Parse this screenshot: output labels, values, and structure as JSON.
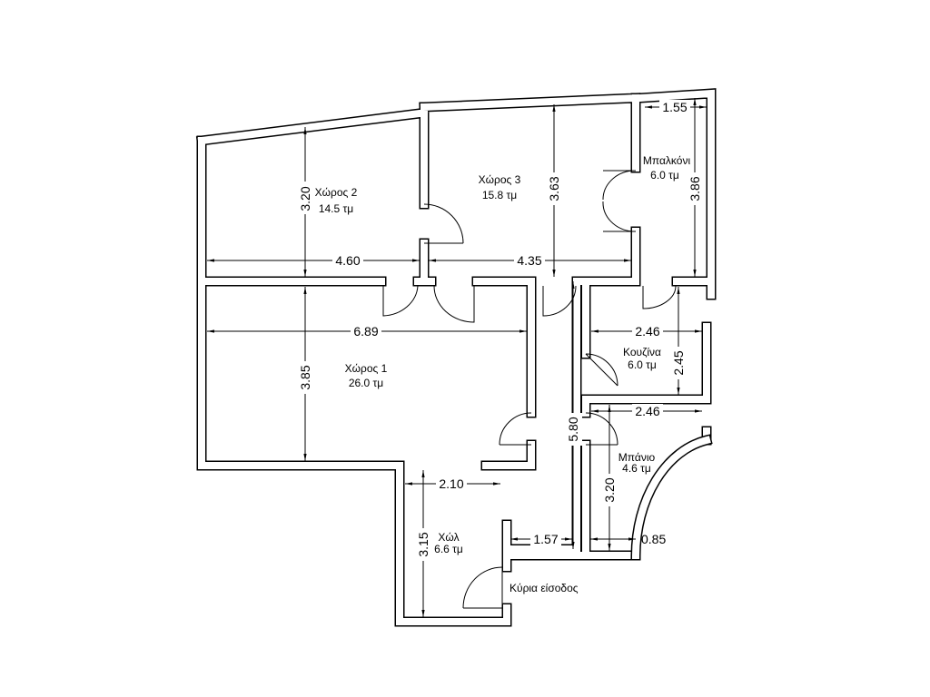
{
  "rooms": {
    "room2": {
      "name": "Χώρος 2",
      "area": "14.5 τμ"
    },
    "room3": {
      "name": "Χώρος 3",
      "area": "15.8 τμ"
    },
    "balcony": {
      "name": "Μπαλκόνι",
      "area": "6.0 τμ"
    },
    "room1": {
      "name": "Χώρος 1",
      "area": "26.0 τμ"
    },
    "kitchen": {
      "name": "Κουζίνα",
      "area": "6.0 τμ"
    },
    "bath": {
      "name": "Μπάνιο",
      "area": "4.6 τμ"
    },
    "hall": {
      "name": "Χώλ",
      "area": "6.6 τμ"
    },
    "entrance": {
      "name": "Κύρια είσοδος"
    }
  },
  "dimensions": {
    "room2_height": "3.20",
    "room2_width": "4.60",
    "room3_height": "3.63",
    "room3_width": "4.35",
    "balcony_width": "1.55",
    "balcony_height": "3.86",
    "room1_width": "6.89",
    "room1_height": "3.85",
    "kitchen_width": "2.46",
    "kitchen_height": "2.45",
    "bath_width": "2.46",
    "bath_height": "3.20",
    "corridor_length": "5.80",
    "hall_width": "2.10",
    "hall_height": "3.15",
    "passage_width": "1.57",
    "bath_offset": "0.85"
  }
}
